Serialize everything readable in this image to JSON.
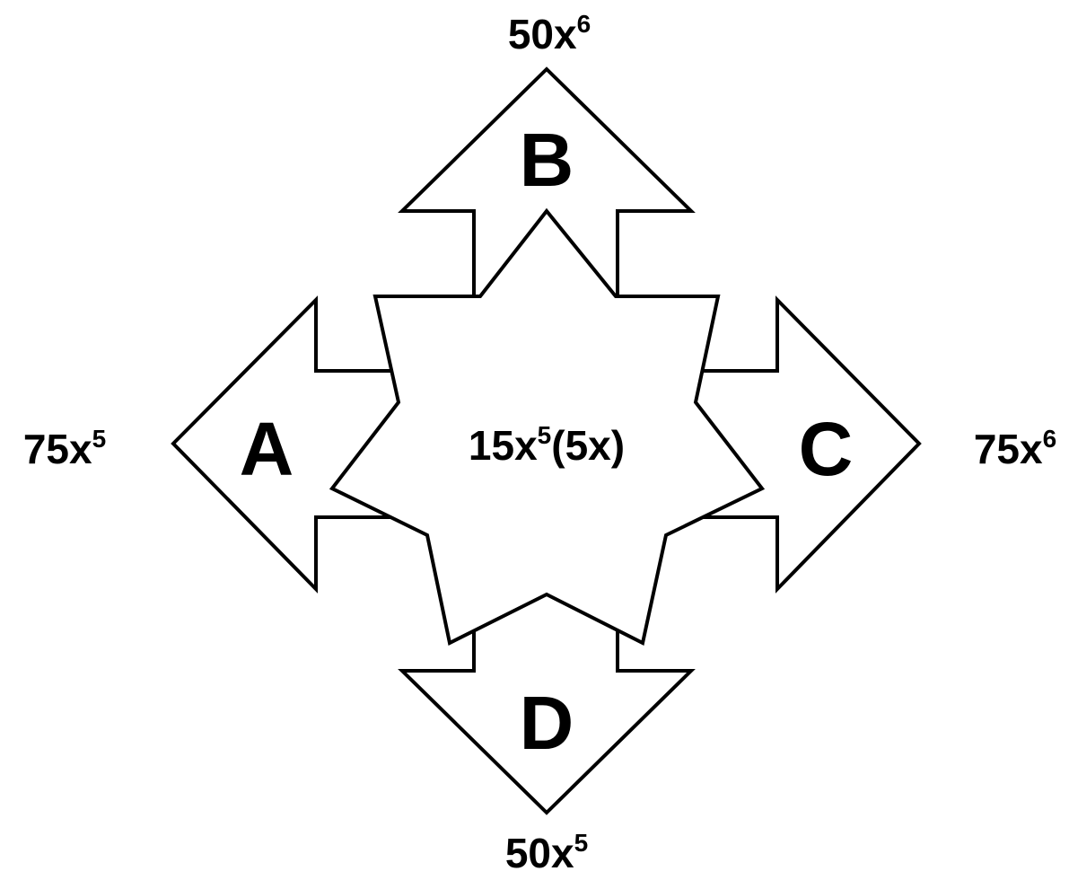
{
  "center": {
    "expression_base": "15x",
    "expression_exp": "5",
    "expression_tail": "(5x)"
  },
  "arrows": {
    "a": {
      "letter": "A",
      "result_base": "75x",
      "result_exp": "5"
    },
    "b": {
      "letter": "B",
      "result_base": "50x",
      "result_exp": "6"
    },
    "c": {
      "letter": "C",
      "result_base": "75x",
      "result_exp": "6"
    },
    "d": {
      "letter": "D",
      "result_base": "50x",
      "result_exp": "5"
    }
  },
  "colors": {
    "stroke": "#000000",
    "fill": "#ffffff",
    "text": "#000000"
  }
}
